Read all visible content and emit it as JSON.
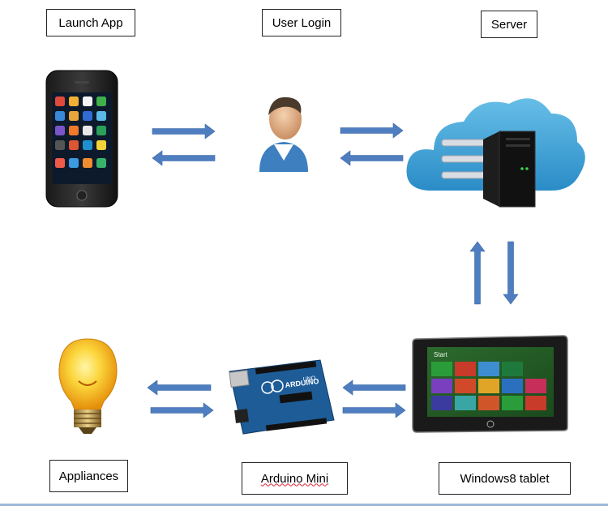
{
  "nodes": {
    "launch_app": "Launch App",
    "user_login": "User Login",
    "server": "Server",
    "appliances": "Appliances",
    "arduino_mini": "Arduino Mini",
    "windows8_tablet": "Windows8 tablet"
  },
  "tablet_screen": {
    "start": "Start"
  },
  "arduino_board": {
    "uno": "UNO",
    "brand": "ARDUINO"
  },
  "icons": [
    "smartphone-icon",
    "user-icon",
    "cloud-server-icon",
    "lightbulb-icon",
    "arduino-board-icon",
    "tablet-icon"
  ],
  "colors": {
    "arrow": "#4f7ec0",
    "cloud": "#2f97d1",
    "arduino": "#1b5e9e",
    "bulb": "#f3b51a"
  }
}
